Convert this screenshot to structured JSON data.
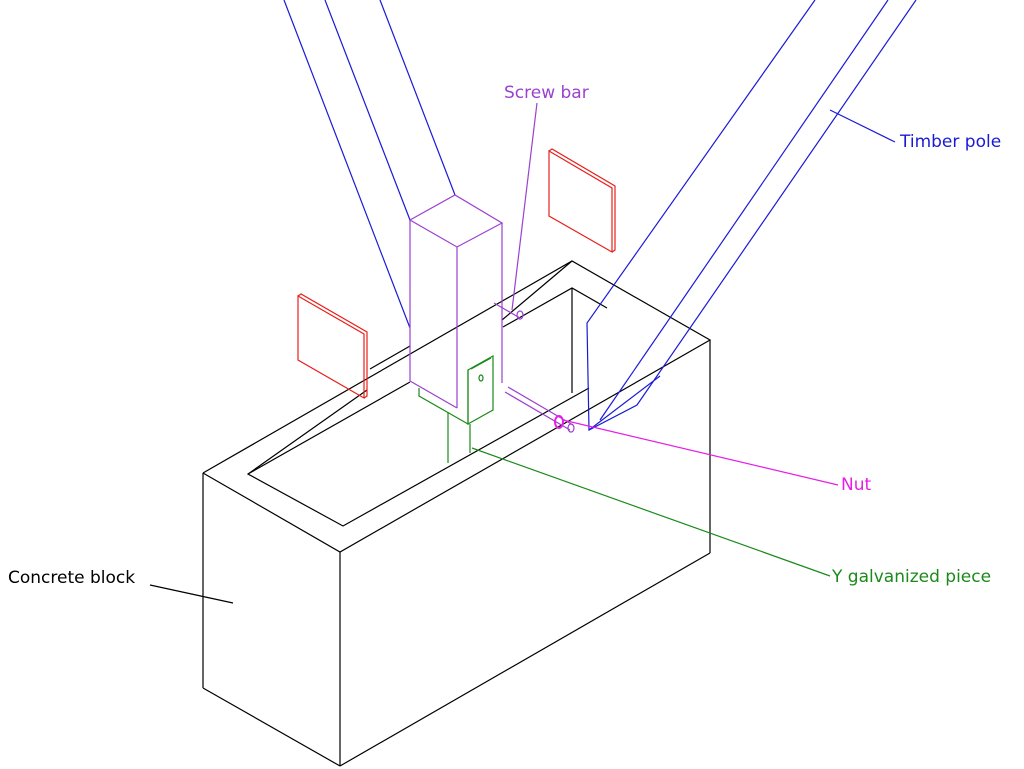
{
  "labels": {
    "screw_bar": "Screw bar",
    "timber_pole": "Timber pole",
    "nut": "Nut",
    "y_galvanized_piece": "Y galvanized piece",
    "concrete_block": "Concrete block"
  },
  "colors": {
    "block": "#000000",
    "pole": "#1a1ad6",
    "post_box": "#9b40d0",
    "plates": "#e8201c",
    "bracket": "#1a8a1a",
    "nut": "#e61ee6"
  }
}
